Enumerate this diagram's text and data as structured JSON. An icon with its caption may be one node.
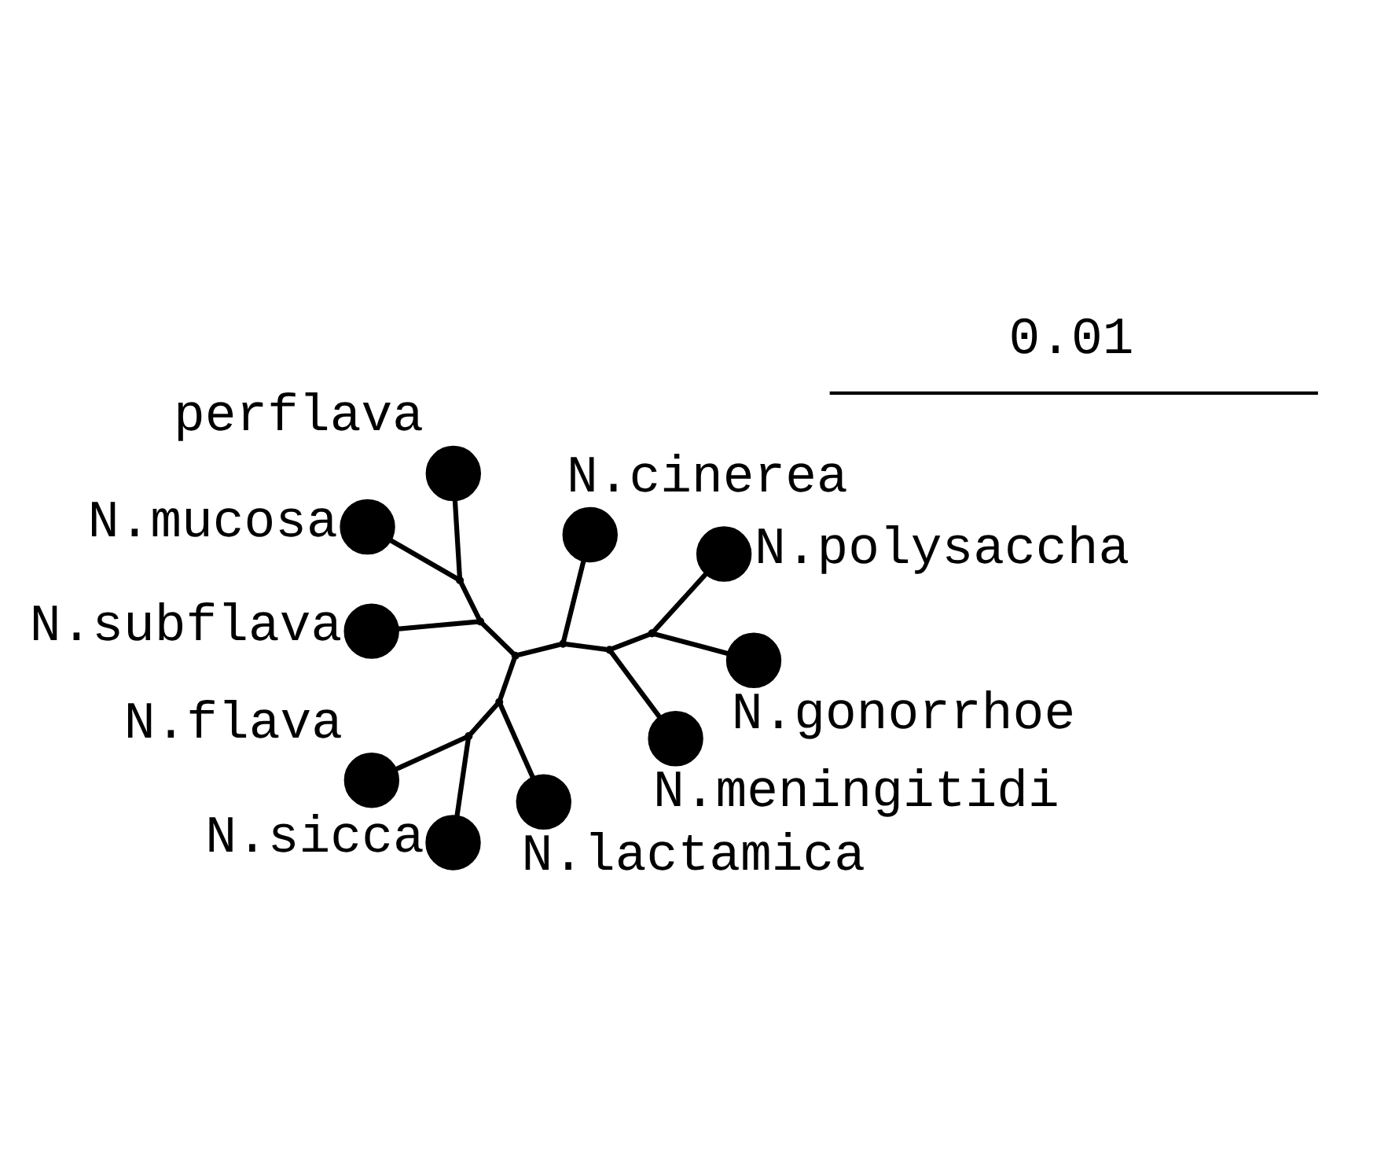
{
  "diagram": {
    "nodes": [
      {
        "text": [],
        "shape": "circle",
        "beside": [
          "N.subflava"
        ]
      },
      {
        "text": [],
        "shape": "circle",
        "beside": [
          "N.cinerea"
        ]
      },
      {
        "text": [],
        "shape": "circle",
        "beside": [
          "N.meningitidi"
        ]
      },
      {
        "text": [],
        "shape": "circle",
        "beside": [
          "perflava"
        ]
      },
      {
        "text": [],
        "shape": "circle",
        "beside": [
          "N.polysaccha"
        ]
      },
      {
        "text": [],
        "shape": "circle",
        "beside": [
          "N.mucosa"
        ]
      },
      {
        "text": [],
        "shape": "circle",
        "beside": [
          "N.gonorrhoe"
        ]
      },
      {
        "text": [],
        "shape": "circle",
        "beside": [
          "N.sicca"
        ]
      },
      {
        "text": [],
        "shape": "circle",
        "beside": [
          "N.flava"
        ]
      },
      {
        "text": [],
        "shape": "circle",
        "beside": [
          "N.lactamica"
        ]
      },
      {
        "text": [],
        "shape": "point"
      },
      {
        "text": [],
        "shape": "point"
      },
      {
        "text": [],
        "shape": "point"
      },
      {
        "text": [],
        "shape": "point"
      },
      {
        "text": [],
        "shape": "point"
      },
      {
        "text": [],
        "shape": "point"
      },
      {
        "text": [],
        "shape": "point"
      },
      {
        "text": [],
        "shape": "point"
      }
    ],
    "edges": [
      {
        "from": 10,
        "to": 11,
        "arrow": "none"
      },
      {
        "from": 10,
        "to": 13,
        "arrow": "none"
      },
      {
        "from": 10,
        "to": 16,
        "arrow": "none"
      },
      {
        "from": 11,
        "to": 0,
        "arrow": "none"
      },
      {
        "from": 11,
        "to": 12,
        "arrow": "none"
      },
      {
        "from": 12,
        "to": 3,
        "arrow": "none"
      },
      {
        "from": 12,
        "to": 5,
        "arrow": "none"
      },
      {
        "from": 13,
        "to": 1,
        "arrow": "none"
      },
      {
        "from": 13,
        "to": 14,
        "arrow": "none"
      },
      {
        "from": 14,
        "to": 2,
        "arrow": "none"
      },
      {
        "from": 14,
        "to": 15,
        "arrow": "none"
      },
      {
        "from": 15,
        "to": 4,
        "arrow": "none"
      },
      {
        "from": 15,
        "to": 6,
        "arrow": "none"
      },
      {
        "from": 16,
        "to": 17,
        "arrow": "none"
      },
      {
        "from": 16,
        "to": 9,
        "arrow": "none"
      },
      {
        "from": 17,
        "to": 7,
        "arrow": "none"
      },
      {
        "from": 17,
        "to": 8,
        "arrow": "none"
      }
    ],
    "labels": [
      "0.01"
    ]
  }
}
